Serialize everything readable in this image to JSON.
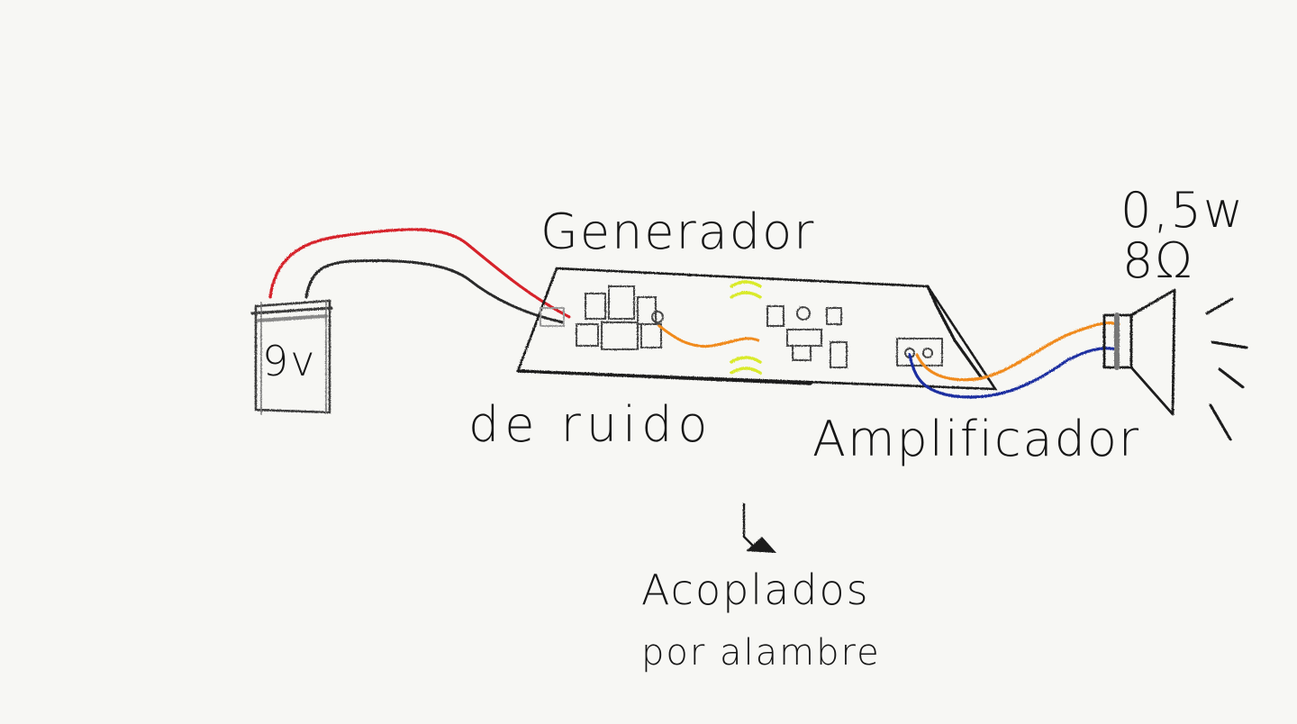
{
  "battery": {
    "label": "9v"
  },
  "noise_generator": {
    "line1": "Generador",
    "line2": "de ruido"
  },
  "amplifier": {
    "label": "Amplificador"
  },
  "speaker": {
    "power": "0,5w",
    "impedance": "8Ω"
  },
  "coupling": {
    "line1": "Acoplados",
    "line2": "por alambre"
  },
  "colors": {
    "positive_wire": "#d6242b",
    "negative_wire": "#2a2a2a",
    "signal_wire": "#f08a1c",
    "speaker_return_wire": "#1d2fa0",
    "coupling_marks": "#d9ea2a",
    "ink": "#1a1a1a"
  }
}
